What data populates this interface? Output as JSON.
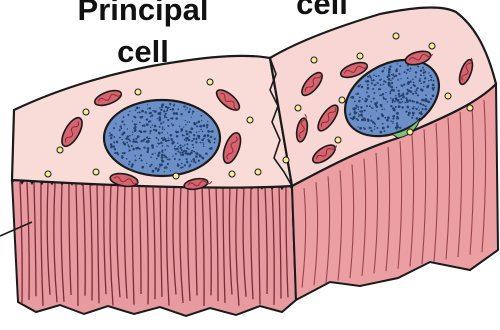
{
  "labels": {
    "principal_line1": "Principal",
    "principal_line2": "cell",
    "second_cell": "cell"
  },
  "colors": {
    "apical_surface": "#f9dcd8",
    "basal_striations": "#e79aa0",
    "striation_lines": "#7a2c36",
    "nucleus": "#6b8fc6",
    "mitochondria": "#d5646f",
    "granules": "#f3ec9a",
    "outline": "#1a1a1a"
  }
}
